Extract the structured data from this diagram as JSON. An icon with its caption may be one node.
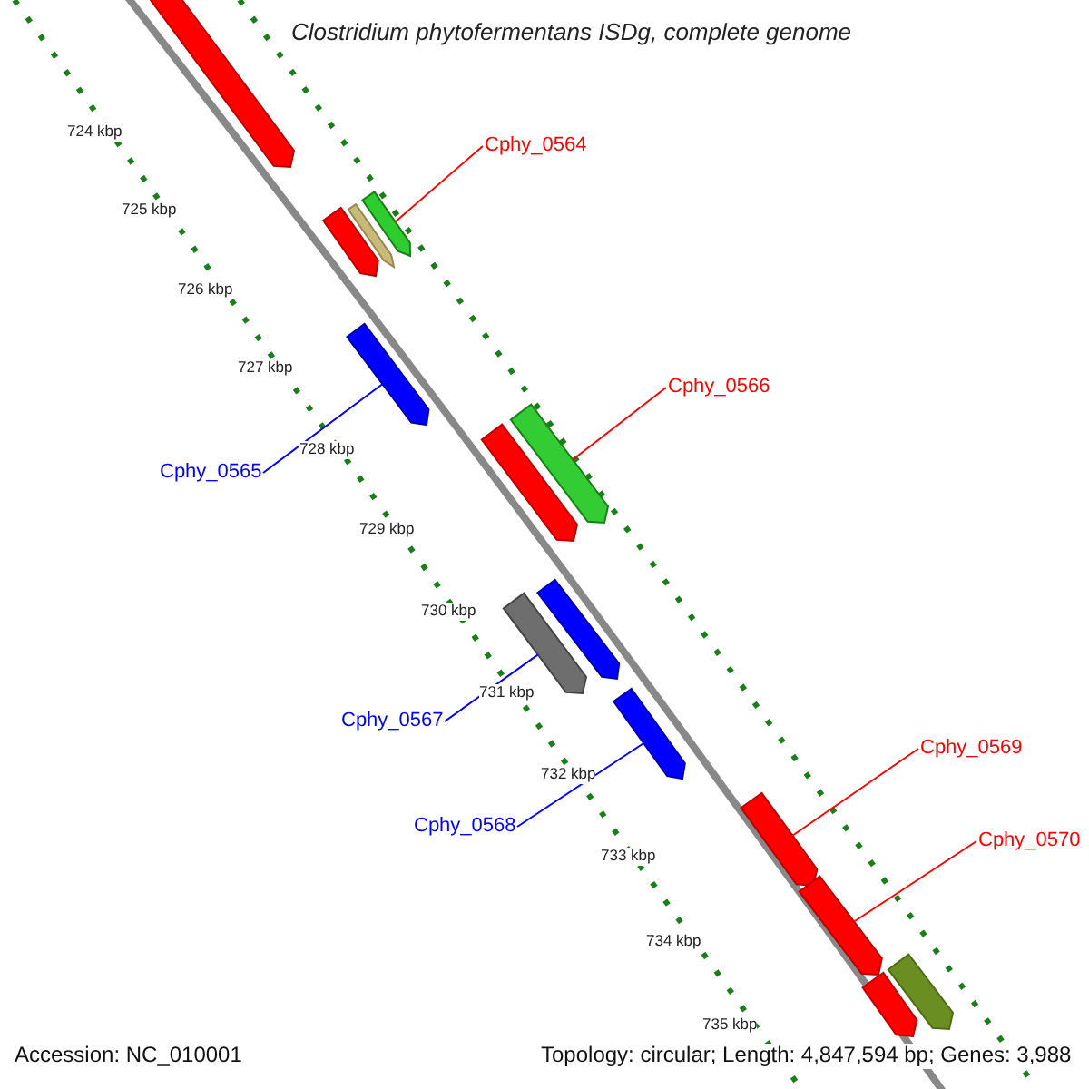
{
  "diagram": {
    "title": "Clostridium phytofermentans ISDg, complete genome",
    "nodes": [
      {
        "text": [
          "Cphy_0564"
        ]
      },
      {
        "text": [],
        "shape": "bar"
      },
      {
        "text": [
          "Cphy_0566"
        ]
      },
      {
        "text": [],
        "shape": "bar"
      },
      {
        "text": [
          "Cphy_0565"
        ]
      },
      {
        "text": [],
        "shape": "bar"
      },
      {
        "text": [
          "Cphy_0567"
        ]
      },
      {
        "text": [],
        "shape": "bar"
      },
      {
        "text": [
          "Cphy_0568"
        ]
      },
      {
        "text": [],
        "shape": "bar"
      },
      {
        "text": [
          "Cphy_0569"
        ]
      },
      {
        "text": [],
        "shape": "bar"
      },
      {
        "text": [
          "Cphy_0570"
        ]
      },
      {
        "text": [],
        "shape": "bar"
      },
      {
        "text": [],
        "shape": "bar"
      },
      {
        "text": [],
        "shape": "bar"
      },
      {
        "text": [],
        "shape": "bar"
      },
      {
        "text": [],
        "shape": "bar"
      },
      {
        "text": [],
        "shape": "bar"
      },
      {
        "text": [],
        "shape": "bar"
      },
      {
        "text": [],
        "shape": "bar"
      }
    ],
    "edges": [
      {
        "from": 0,
        "to": 1,
        "arrow": "none"
      },
      {
        "from": 2,
        "to": 3,
        "arrow": "none"
      },
      {
        "from": 4,
        "to": 5,
        "arrow": "none",
        "color": "#0000ff"
      },
      {
        "from": 6,
        "to": 7,
        "arrow": "none",
        "color": "#0000ff"
      },
      {
        "from": 8,
        "to": 9,
        "arrow": "none",
        "color": "#0000ff"
      },
      {
        "from": 10,
        "to": 11,
        "arrow": "none"
      },
      {
        "from": 12,
        "to": 13,
        "arrow": "none"
      }
    ],
    "labels": [
      "724 kbp",
      "725 kbp",
      "726 kbp",
      "727 kbp",
      "728 kbp",
      "729 kbp",
      "730 kbp",
      "731 kbp",
      "732 kbp",
      "733 kbp",
      "734 kbp",
      "735 kbp",
      "Accession: NC_010001",
      "Topology: circular; Length: 4,847,594 bp; Genes: 3,988"
    ]
  }
}
